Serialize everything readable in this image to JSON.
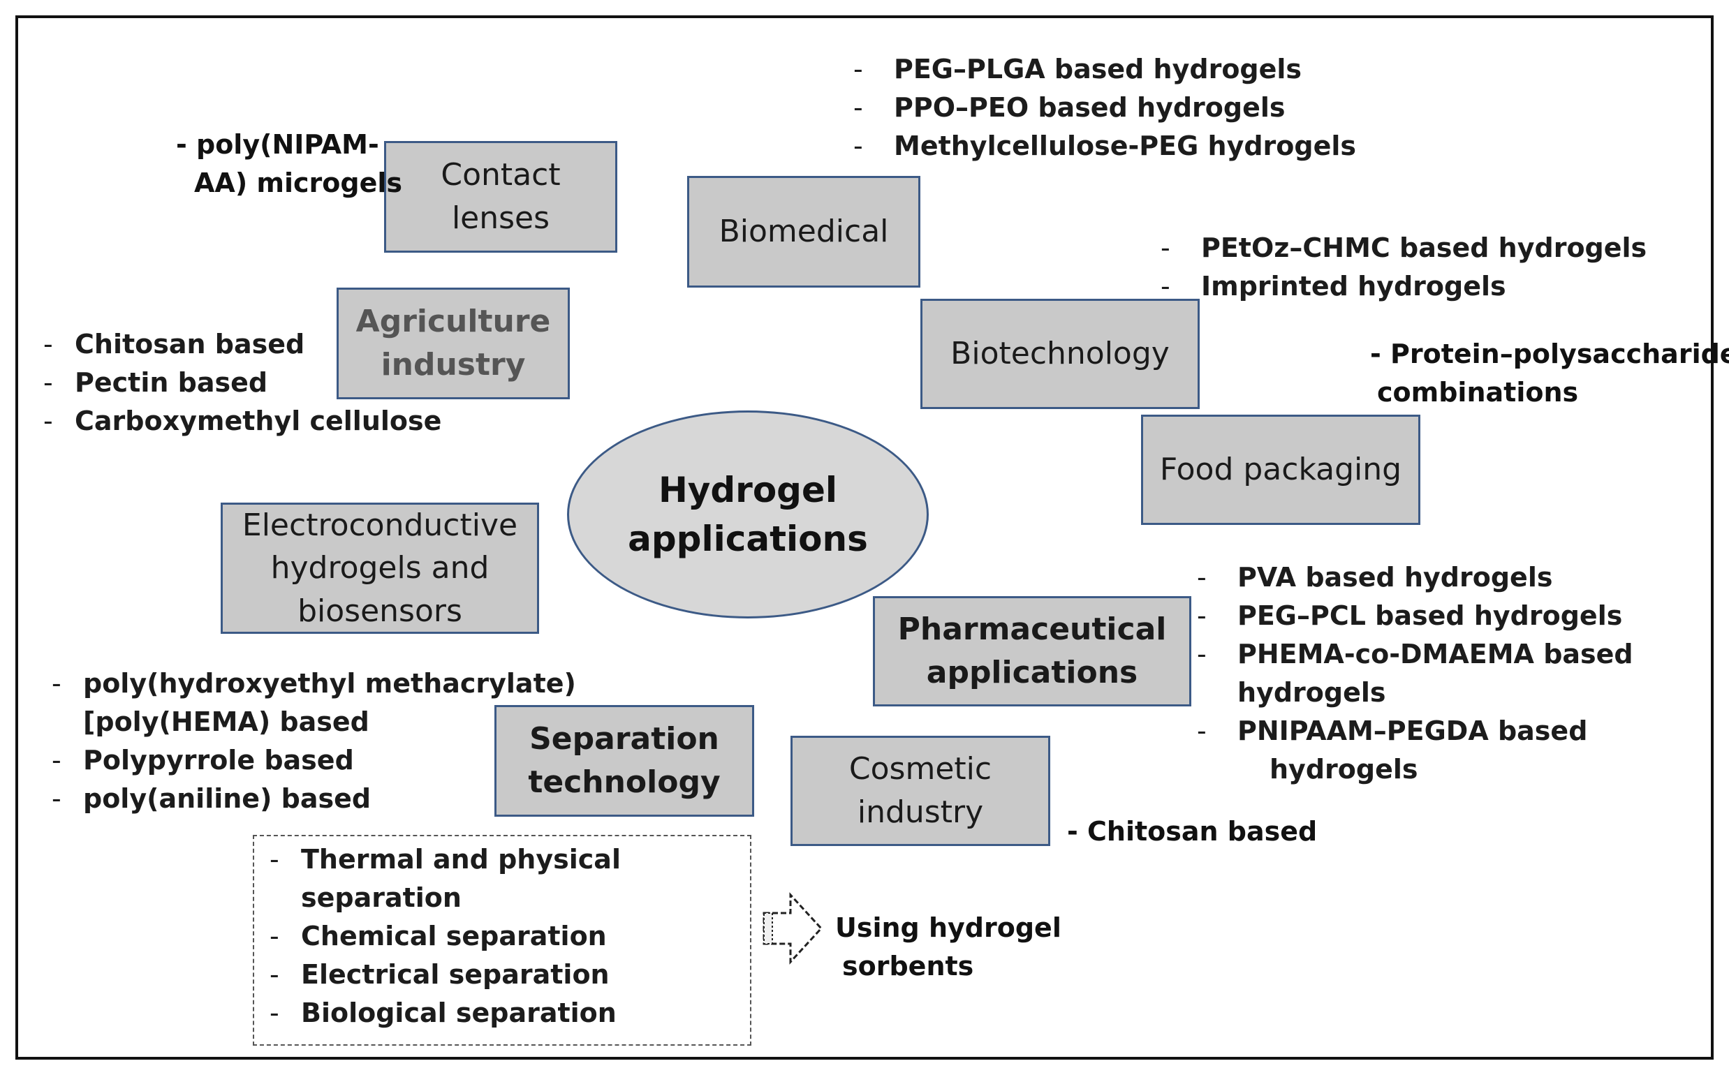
{
  "center": {
    "line1": "Hydrogel",
    "line2": "applications"
  },
  "boxes": {
    "contact_lenses": {
      "line1": "Contact",
      "line2": "lenses"
    },
    "biomedical": "Biomedical",
    "agriculture": {
      "line1": "Agriculture",
      "line2": "industry"
    },
    "biotechnology": "Biotechnology",
    "food_packaging": "Food packaging",
    "electroconductive": {
      "line1": "Electroconductive",
      "line2": "hydrogels and",
      "line3": "biosensors"
    },
    "pharmaceutical": {
      "line1": "Pharmaceutical",
      "line2": "applications"
    },
    "separation": {
      "line1": "Separation",
      "line2": "technology"
    },
    "cosmetic": {
      "line1": "Cosmetic",
      "line2": "industry"
    }
  },
  "notes": {
    "contact_lenses": {
      "line1": "- poly(NIPAM-",
      "line2": "AA) microgels"
    },
    "biomedical": [
      "PEG–PLGA based hydrogels",
      "PPO–PEO based hydrogels",
      "Methylcellulose-PEG hydrogels"
    ],
    "biotechnology": [
      "PEtOz–CHMC based hydrogels",
      "Imprinted hydrogels"
    ],
    "food_packaging": {
      "line1": "- Protein–polysaccharide",
      "line2": "combinations"
    },
    "agriculture": [
      "Chitosan based",
      "Pectin based",
      "Carboxymethyl cellulose"
    ],
    "pharmaceutical": {
      "item1": "PVA based hydrogels",
      "item2": "PEG–PCL based hydrogels",
      "item3a": "PHEMA-co-DMAEMA based",
      "item3b": "hydrogels",
      "item4a": "PNIPAAM–PEGDA based",
      "item4b": "hydrogels"
    },
    "electroconductive": {
      "item1a": "poly(hydroxyethyl methacrylate)",
      "item1b": "[poly(HEMA) based",
      "item2": "Polypyrrole based",
      "item3": "poly(aniline) based"
    },
    "cosmetic": "- Chitosan based",
    "separation": {
      "item1a": "Thermal and  physical",
      "item1b": "separation",
      "item2": "Chemical separation",
      "item3": "Electrical separation",
      "item4": "Biological separation"
    },
    "sorbents": {
      "line1": "Using hydrogel",
      "line2": "sorbents"
    }
  },
  "colors": {
    "box_fill": "#c9c9c9",
    "box_border": "#3c5a86",
    "ellipse_fill": "#d7d7d7"
  }
}
